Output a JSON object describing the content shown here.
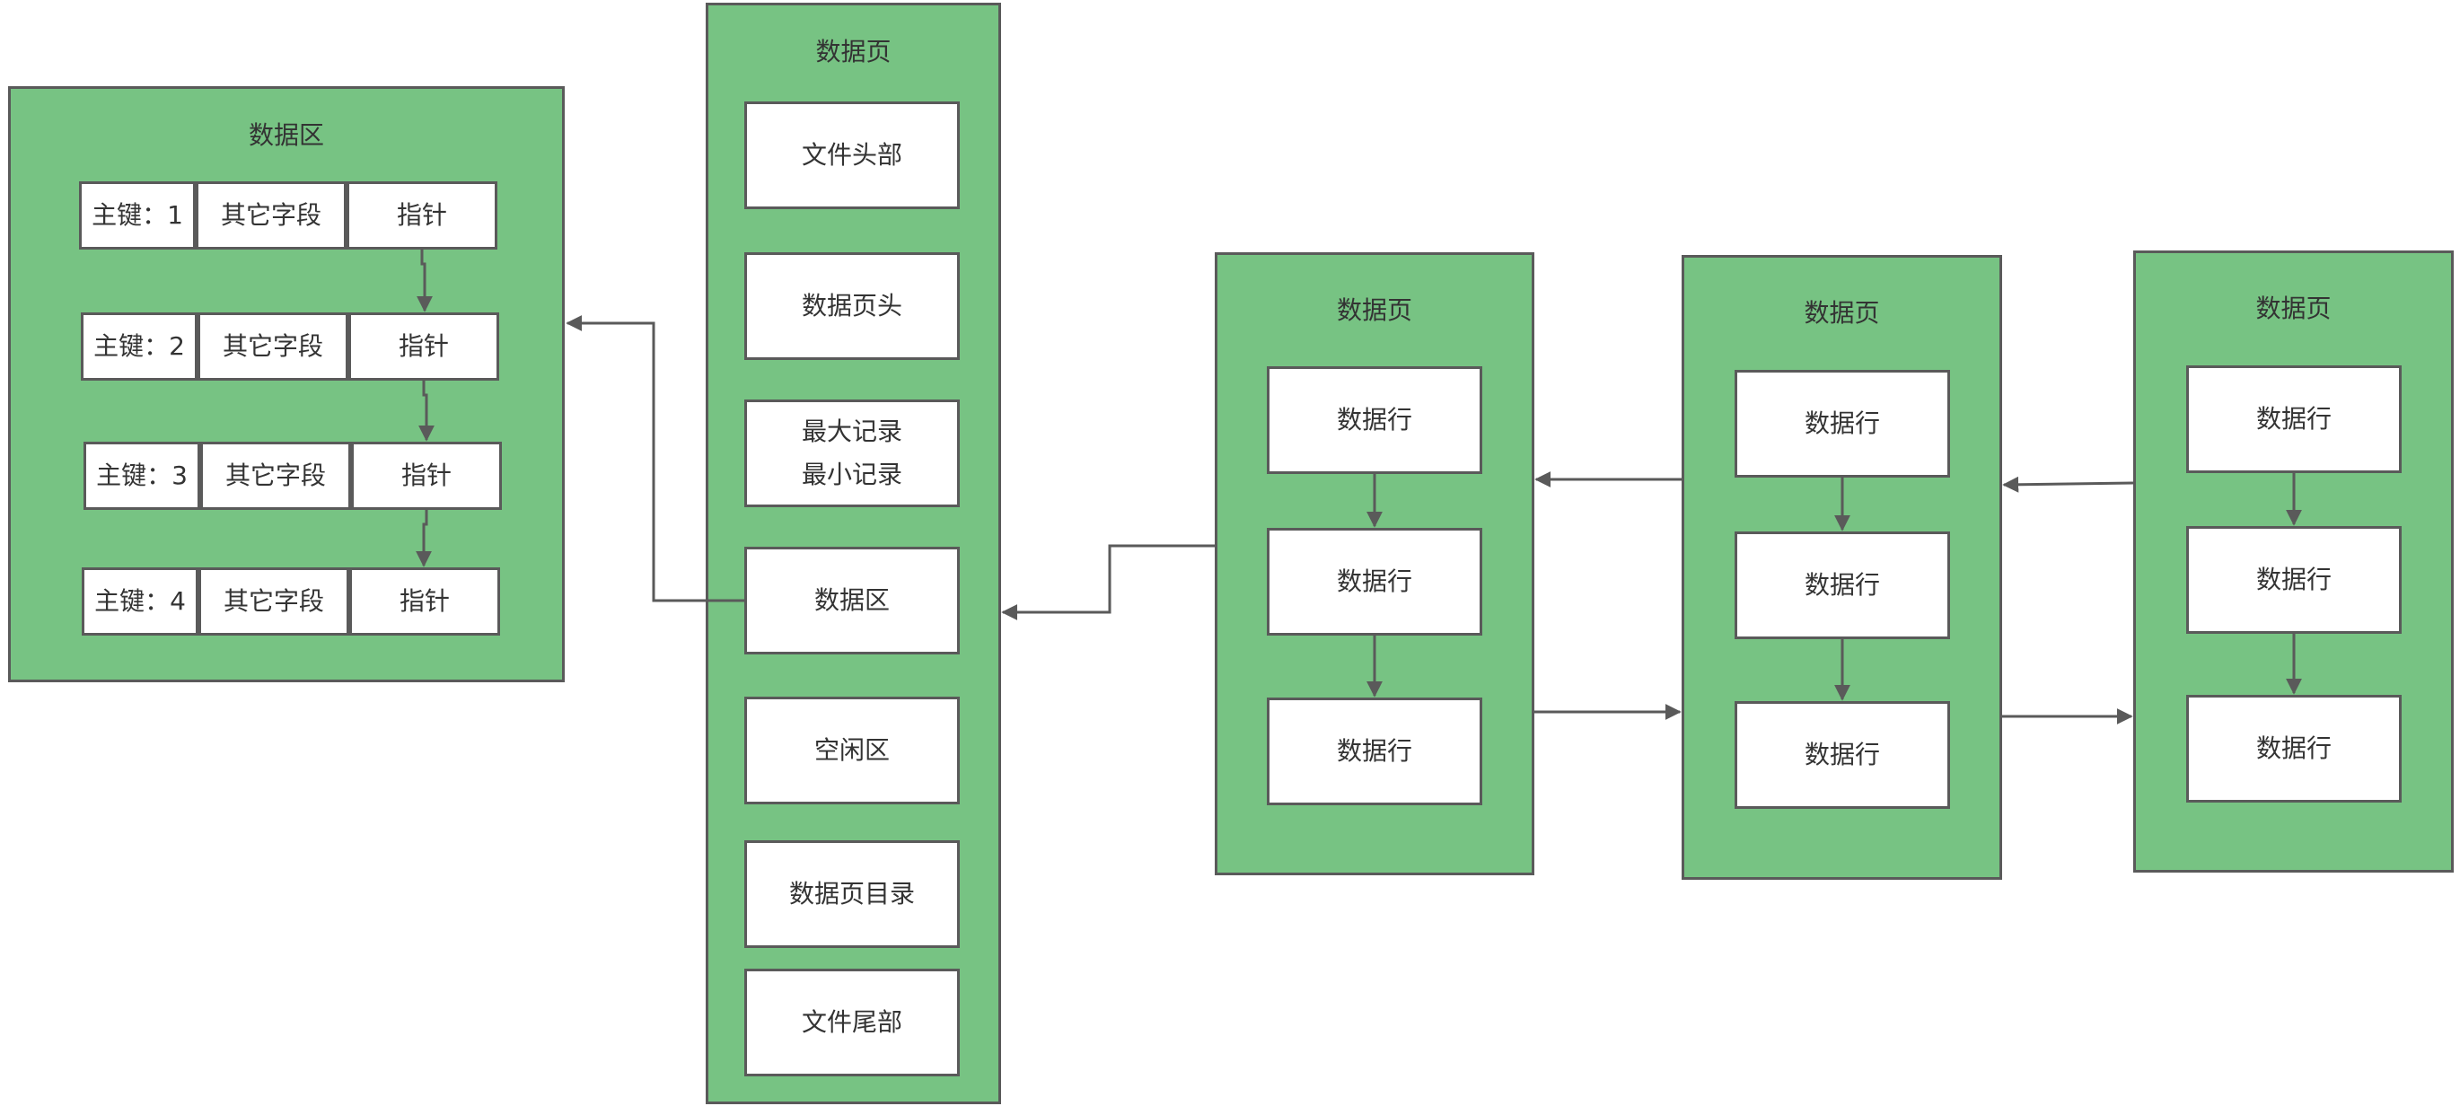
{
  "data_area_panel": {
    "title": "数据区",
    "rows": [
      {
        "key": "主键：1",
        "fields": "其它字段",
        "pointer": "指针"
      },
      {
        "key": "主键：2",
        "fields": "其它字段",
        "pointer": "指针"
      },
      {
        "key": "主键：3",
        "fields": "其它字段",
        "pointer": "指针"
      },
      {
        "key": "主键：4",
        "fields": "其它字段",
        "pointer": "指针"
      }
    ]
  },
  "page_structure_panel": {
    "title": "数据页",
    "sections": [
      "文件头部",
      "数据页头",
      "最大记录",
      "最小记录",
      "数据区",
      "空闲区",
      "数据页目录",
      "文件尾部"
    ]
  },
  "data_pages": [
    {
      "title": "数据页",
      "rows": [
        "数据行",
        "数据行",
        "数据行"
      ]
    },
    {
      "title": "数据页",
      "rows": [
        "数据行",
        "数据行",
        "数据行"
      ]
    },
    {
      "title": "数据页",
      "rows": [
        "数据行",
        "数据行",
        "数据行"
      ]
    }
  ],
  "colors": {
    "panel_fill": "#77c383",
    "stroke": "#5a5a5a",
    "box_fill": "#ffffff"
  }
}
